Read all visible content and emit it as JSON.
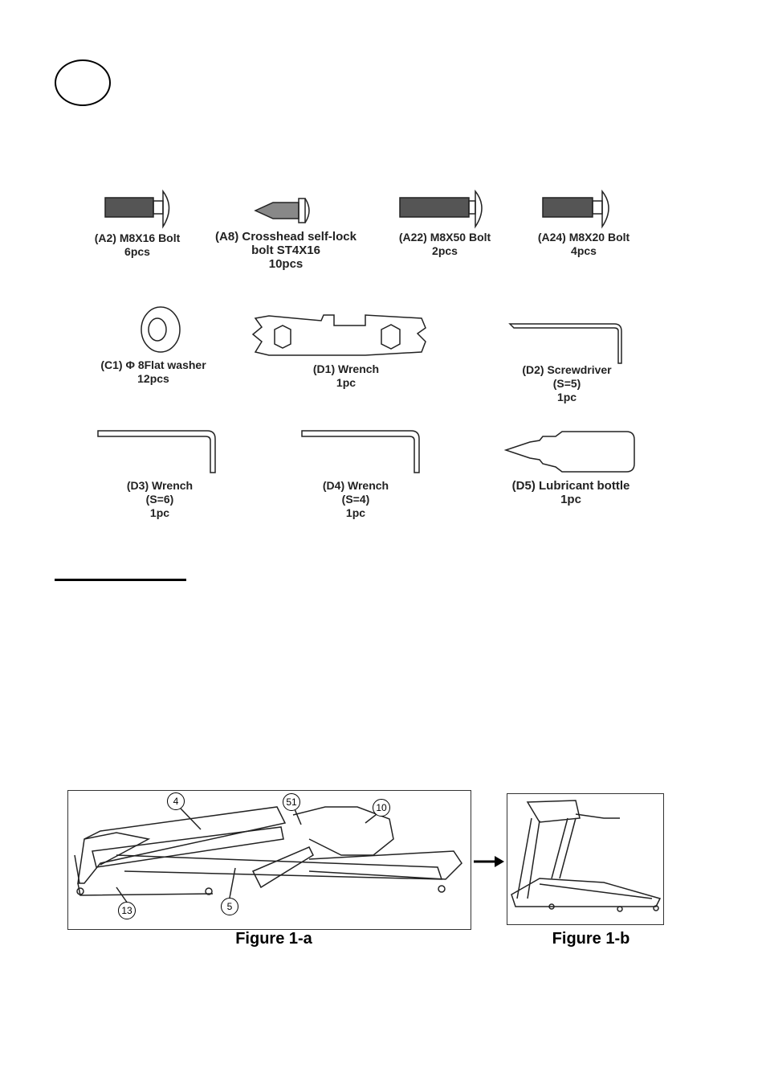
{
  "parts": [
    {
      "id": "A2",
      "lines": [
        "(A2) M8X16 Bolt",
        "6pcs"
      ]
    },
    {
      "id": "A8",
      "lines": [
        "(A8) Crosshead self-lock",
        "bolt ST4X16",
        "10pcs"
      ]
    },
    {
      "id": "A22",
      "lines": [
        "(A22) M8X50 Bolt",
        "2pcs"
      ]
    },
    {
      "id": "A24",
      "lines": [
        "(A24) M8X20 Bolt",
        "4pcs"
      ]
    },
    {
      "id": "C1",
      "lines": [
        "(C1) Φ 8Flat washer",
        "12pcs"
      ]
    },
    {
      "id": "D1",
      "lines": [
        "(D1) Wrench",
        "1pc"
      ]
    },
    {
      "id": "D2",
      "lines": [
        "(D2) Screwdriver",
        "(S=5)",
        "1pc"
      ]
    },
    {
      "id": "D3",
      "lines": [
        "(D3) Wrench",
        "(S=6)",
        "1pc"
      ]
    },
    {
      "id": "D4",
      "lines": [
        "(D4) Wrench",
        "(S=4)",
        "1pc"
      ]
    },
    {
      "id": "D5",
      "lines": [
        "(D5) Lubricant bottle",
        "1pc"
      ]
    }
  ],
  "figures": {
    "a": {
      "caption": "Figure 1-a",
      "callouts": [
        "4",
        "51",
        "10",
        "5",
        "13"
      ]
    },
    "b": {
      "caption": "Figure 1-b"
    }
  }
}
